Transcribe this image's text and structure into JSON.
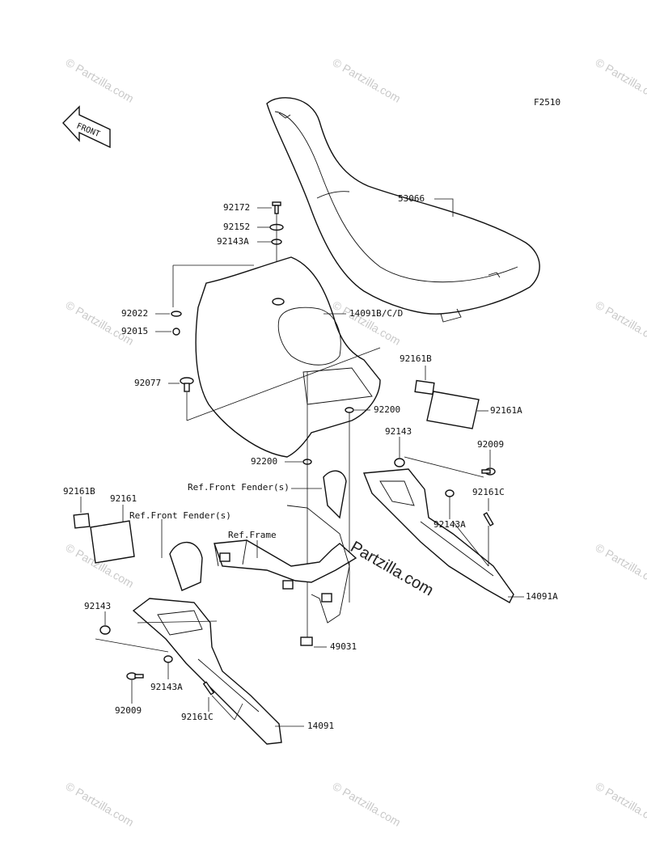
{
  "figure_code": "F2510",
  "front_arrow_label": "FRONT",
  "watermark_text": "© Partzilla.com",
  "watermark_center": "Partzilla.com",
  "labels": {
    "p53066": "53066",
    "p92172": "92172",
    "p92152": "92152",
    "p92143A_top": "92143A",
    "p92022": "92022",
    "p92015": "92015",
    "p14091BCD": "14091B/C/D",
    "p92161B_right": "92161B",
    "p92077": "92077",
    "p92200_right": "92200",
    "p92161A": "92161A",
    "p92143_right": "92143",
    "p92009_right": "92009",
    "p92200_left": "92200",
    "ref_front_fender_right": "Ref.Front Fender(s)",
    "p92161C_right": "92161C",
    "p92161B_left": "92161B",
    "p92161": "92161",
    "ref_front_fender_left": "Ref.Front Fender(s)",
    "ref_frame": "Ref.Frame",
    "p92143A_right": "92143A",
    "p14091A": "14091A",
    "p92143_left": "92143",
    "p49031": "49031",
    "p92143A_left": "92143A",
    "p92009_left": "92009",
    "p92161C_left": "92161C",
    "p14091": "14091"
  }
}
